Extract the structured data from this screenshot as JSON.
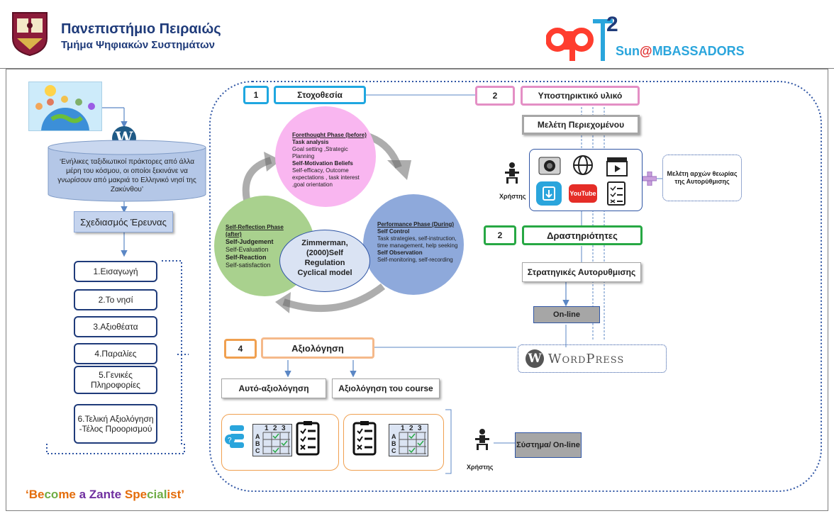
{
  "header": {
    "university_name": "Πανεπιστήμιο Πειραιώς",
    "department": "Τμήμα Ψηφιακών Συστημάτων",
    "project_logo_sup": "2",
    "project_name_prefix": "Sun",
    "project_name_at": "@",
    "project_name_m": "MBASSADORS"
  },
  "left_column": {
    "database_text": "‘Ενήλικες ταξιδιωτικοί πράκτορες από άλλα μέρη του κόσμου, οι οποίοι ξεκινάνε να γνωρίσουν από μακριά το Ελληνικό νησί της Ζακύνθου’",
    "research_design": "Σχεδιασμός Έρευνας",
    "nav_items": [
      "1.Εισαγωγή",
      "2.Το νησί",
      "3.Αξιοθέατα",
      "4.Παραλίες",
      "5.Γενικές Πληροφορίες",
      "6.Τελική Αξιολόγηση -Τέλος Προορισμού"
    ],
    "slogan_parts": [
      "‘Be",
      "co",
      "me",
      " a ",
      "Zante",
      " ",
      "Spe",
      "cial",
      "ist",
      "’"
    ]
  },
  "steps": {
    "step1_num": "1",
    "step1_label": "Στοχοθεσία",
    "step2_num": "2",
    "step2_label": "Υποστηρικτικό υλικό",
    "content_study": "Μελέτη Περιεχομένου",
    "user_label": "Χρήστης",
    "theory_study": "Μελέτη αρχών θεωρίας της Αυτορύθμισης",
    "step3_num": "2",
    "step3_label": "Δραστηριότητες",
    "strategies": "Στρατηγικές Αυτορυθμισης",
    "online": "On-line",
    "wordpress": "WordPress",
    "step4_num": "4",
    "step4_label": "Αξιολόγηση",
    "self_eval": "Αυτό-αξιολόγηση",
    "course_eval": "Αξιολόγηση του course",
    "system_online": "Σύστημα/ On-line",
    "user_label2": "Χρήστης"
  },
  "cycle": {
    "forethought_title": "Forethought Phase (before)",
    "forethought_a": "Task analysis",
    "forethought_a_text": "Goal setting ,Strategic Planning",
    "forethought_b": "Self-Motivation Beliefs",
    "forethought_b_text": "Self-efficacy, Outcome expectations , task interest ,goal orientation",
    "performance_title": "Performance Phase (During)",
    "performance_a": "Self Control",
    "performance_a_text": "Task strategies, self-instruction, time management, help seeking",
    "performance_b": "Self Observation",
    "performance_b_text": "Self-monitoring, self-recording",
    "reflection_title": "Self-Reflection Phase (after)",
    "reflection_a": "Self-Judgement",
    "reflection_a_text": "Self-Evaluation",
    "reflection_b": "Self-Reaction",
    "reflection_b_text": "Self-satisfaction",
    "center_text": "Zimmerman,(2000)Self Regulation Cyclical model"
  },
  "icons": {
    "media": [
      "camera-icon",
      "globe-icon",
      "clapperboard-icon",
      "download-icon",
      "youtube-icon",
      "checklist-icon"
    ],
    "youtube_text": "YouTube",
    "grid_text": [
      "1",
      "2",
      "3",
      "A",
      "B",
      "C"
    ]
  },
  "colors": {
    "navy": "#1f3b7a",
    "step1": "#1fa7e0",
    "step2": "#e48fc5",
    "step3": "#27a844",
    "step4": "#f0a050",
    "forethought": "#f9b6f0",
    "performance": "#8ea9db",
    "reflection": "#a9d18e",
    "center": "#dae3f3",
    "database": "#b4c7e7",
    "research": "#c5d4ee",
    "slogan_a": "#e46c0a",
    "slogan_b": "#70ad47",
    "slogan_c": "#7030a0",
    "slogan_d": "#0070c0"
  }
}
